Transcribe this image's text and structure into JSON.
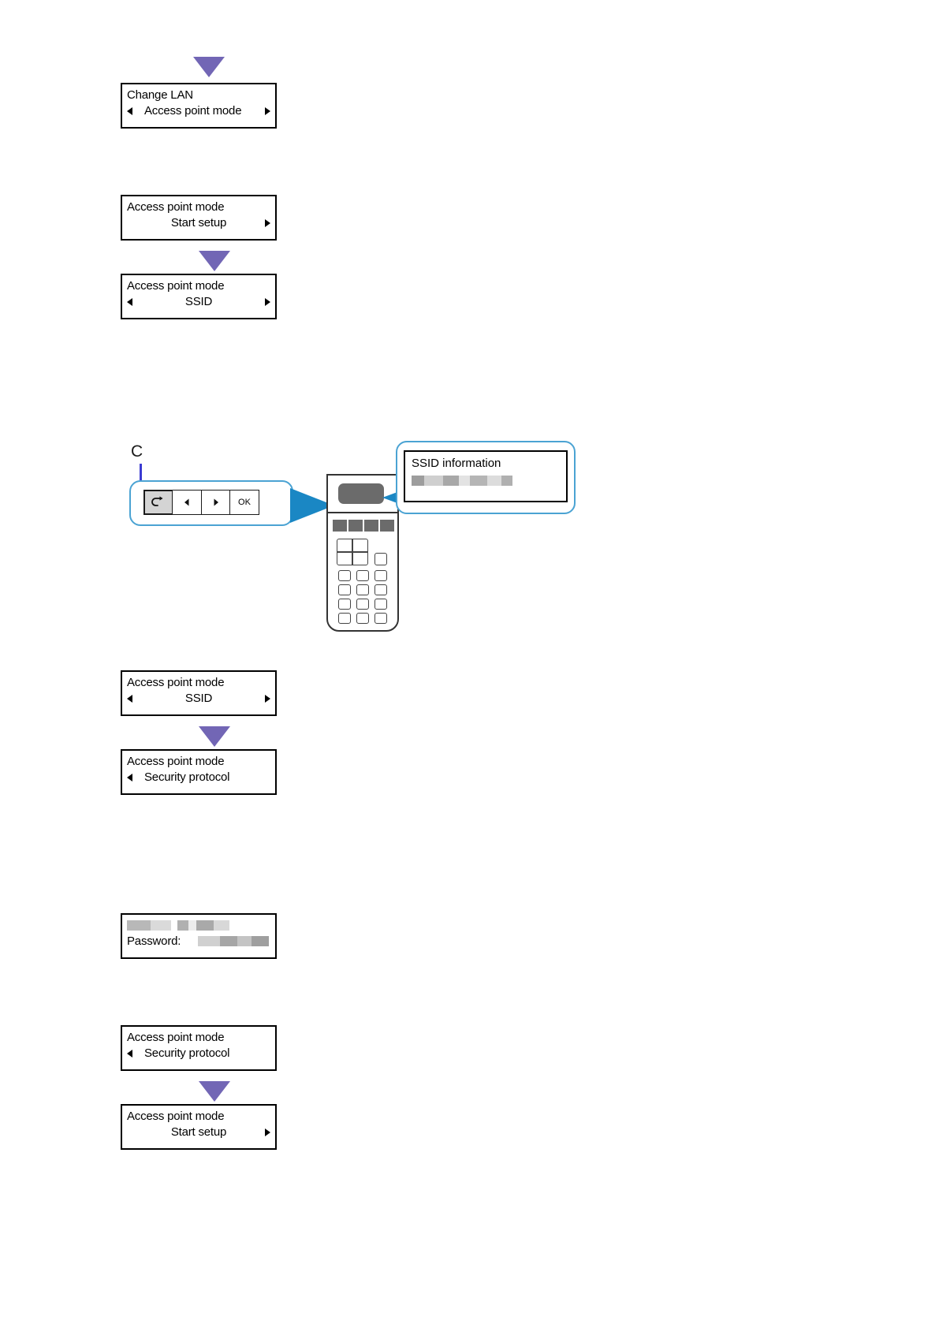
{
  "screens": [
    {
      "id": "change-lan-ap",
      "line1": "Change LAN",
      "line2": "Access point mode",
      "left_arrow": true,
      "right_arrow": true,
      "align": "left-ind"
    },
    {
      "id": "ap-start-setup-1",
      "line1": "Access point mode",
      "line2": "Start setup",
      "left_arrow": false,
      "right_arrow": true,
      "align": "center"
    },
    {
      "id": "ap-ssid-1",
      "line1": "Access point mode",
      "line2": "SSID",
      "left_arrow": true,
      "right_arrow": true,
      "align": "center"
    },
    {
      "id": "ap-ssid-2",
      "line1": "Access point mode",
      "line2": "SSID",
      "left_arrow": true,
      "right_arrow": true,
      "align": "center"
    },
    {
      "id": "ap-security-protocol-1",
      "line1": "Access point mode",
      "line2": "Security protocol",
      "left_arrow": true,
      "right_arrow": false,
      "align": "left-ind"
    },
    {
      "id": "ap-security-protocol-2",
      "line1": "Access point mode",
      "line2": "Security protocol",
      "left_arrow": true,
      "right_arrow": false,
      "align": "left-ind"
    },
    {
      "id": "ap-start-setup-2",
      "line1": "Access point mode",
      "line2": "Start setup",
      "left_arrow": false,
      "right_arrow": true,
      "align": "center"
    }
  ],
  "password_screen": {
    "id": "password-screen",
    "label": "Password:"
  },
  "ssid_callout": {
    "title": "SSID information"
  },
  "control_panel": {
    "label_c": "C",
    "keys": [
      {
        "name": "back-button",
        "glyph": "↩",
        "highlighted": true
      },
      {
        "name": "left-arrow-button",
        "glyph": "◀",
        "highlighted": false
      },
      {
        "name": "right-arrow-button",
        "glyph": "▶",
        "highlighted": false
      },
      {
        "name": "ok-button",
        "glyph": "OK",
        "highlighted": false
      }
    ]
  },
  "colors": {
    "flow_arrow": "#7266b5",
    "callout_border": "#4ba3d3",
    "pointer_blue": "#3c3cd2",
    "lcd_border": "#000000",
    "device_gray": "#6b6b6b"
  }
}
